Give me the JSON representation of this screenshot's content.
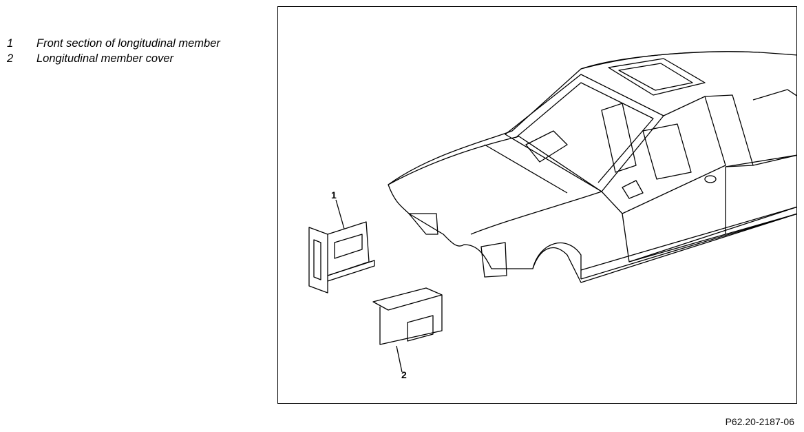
{
  "legend": {
    "items": [
      {
        "num": "1",
        "text": "Front section of longitudinal member"
      },
      {
        "num": "2",
        "text": "Longitudinal member cover"
      }
    ]
  },
  "figure": {
    "callouts": [
      {
        "label": "1",
        "target": "front-section-of-longitudinal-member"
      },
      {
        "label": "2",
        "target": "longitudinal-member-cover"
      }
    ],
    "reference": "P62.20-2187-06"
  },
  "colors": {
    "line": "#000000",
    "background": "#ffffff"
  }
}
